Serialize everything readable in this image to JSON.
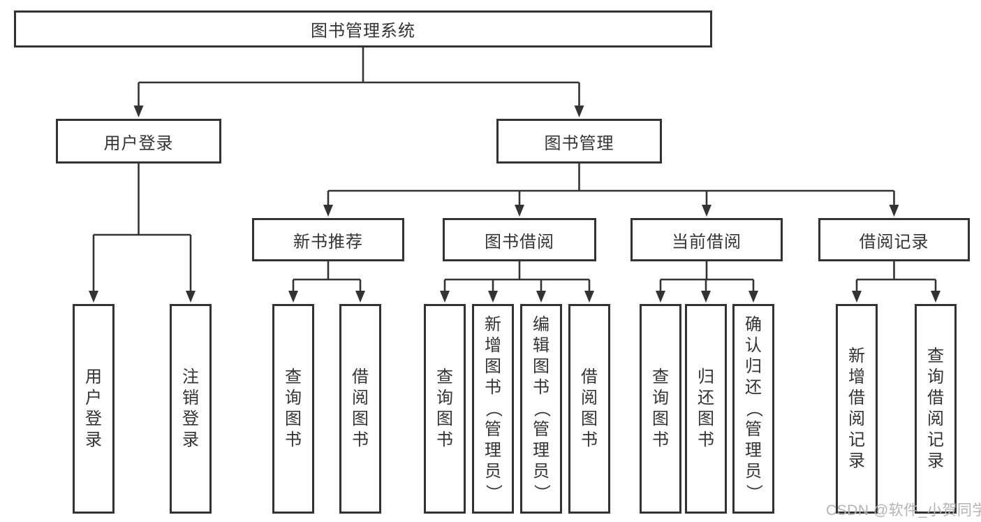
{
  "diagram": {
    "title": "图书管理系统",
    "root": {
      "label": "图书管理系统"
    },
    "level2": [
      {
        "id": "user-login",
        "label": "用户登录"
      },
      {
        "id": "book-management",
        "label": "图书管理"
      }
    ],
    "level3": [
      {
        "id": "new-book-recommend",
        "label": "新书推荐"
      },
      {
        "id": "book-borrow",
        "label": "图书借阅"
      },
      {
        "id": "current-borrow",
        "label": "当前借阅"
      },
      {
        "id": "borrow-records",
        "label": "借阅记录"
      }
    ],
    "leaves": [
      {
        "id": "user-login-leaf",
        "label": "用户登录",
        "parent": "用户登录"
      },
      {
        "id": "logout",
        "label": "注销登录",
        "parent": "用户登录"
      },
      {
        "id": "query-books-1",
        "label": "查询图书",
        "parent": "新书推荐"
      },
      {
        "id": "borrow-books-1",
        "label": "借阅图书",
        "parent": "新书推荐"
      },
      {
        "id": "query-books-2",
        "label": "查询图书",
        "parent": "图书借阅"
      },
      {
        "id": "add-books-admin",
        "label": "新增图书（管理员）",
        "parent": "图书借阅"
      },
      {
        "id": "edit-books-admin",
        "label": "编辑图书（管理员）",
        "parent": "图书借阅"
      },
      {
        "id": "borrow-books-2",
        "label": "借阅图书",
        "parent": "图书借阅"
      },
      {
        "id": "query-books-3",
        "label": "查询图书",
        "parent": "当前借阅"
      },
      {
        "id": "return-books",
        "label": "归还图书",
        "parent": "当前借阅"
      },
      {
        "id": "confirm-return-admin",
        "label": "确认归还（管理员）",
        "parent": "当前借阅"
      },
      {
        "id": "add-borrow-record",
        "label": "新增借阅记录",
        "parent": "借阅记录"
      },
      {
        "id": "query-borrow-record",
        "label": "查询借阅记录",
        "parent": "借阅记录"
      }
    ]
  },
  "watermark": "CSDN @软件_小贺同学",
  "colors": {
    "background": "#ffffff",
    "line": "#333333",
    "box_border": "#333333",
    "text": "#333333",
    "watermark": "#b3b3b3"
  }
}
